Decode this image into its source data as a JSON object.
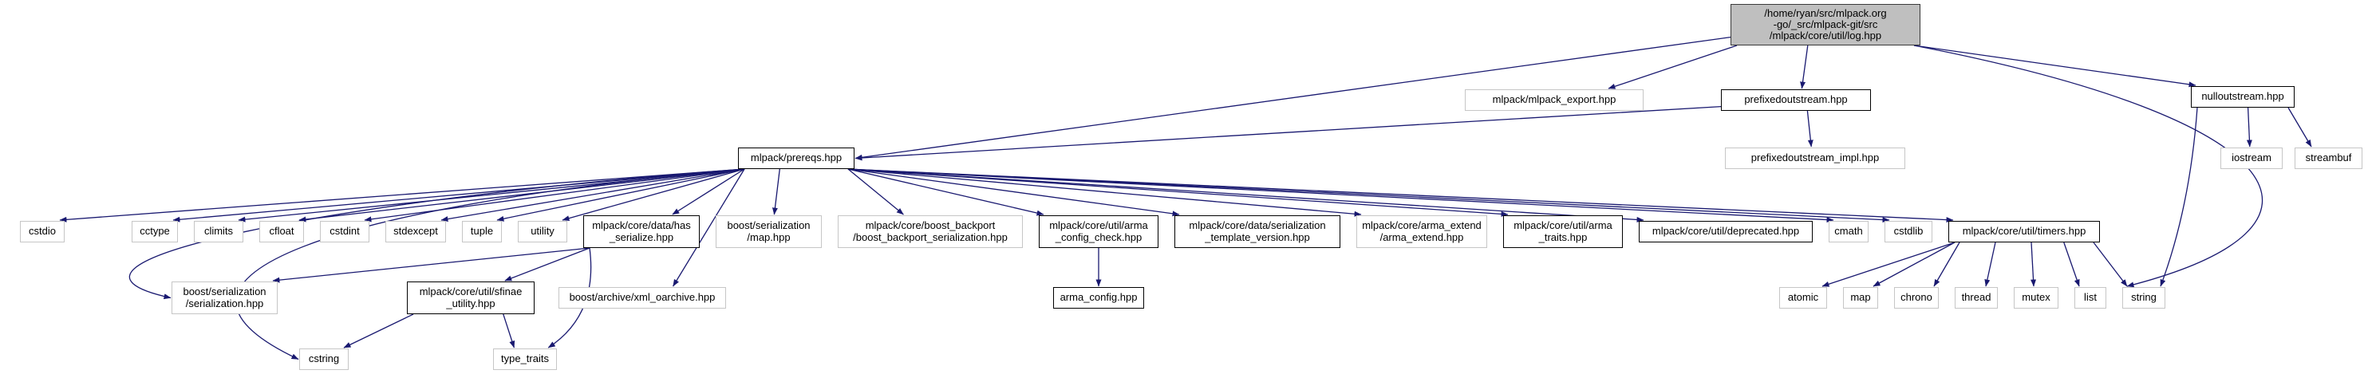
{
  "graph": {
    "kind": "include-dependency-graph",
    "colors": {
      "edge": "#191970",
      "internal_border": "#000000",
      "external_border": "#c6c6c6",
      "current_fill": "#bfbfbf",
      "background": "#ffffff"
    },
    "nodes": [
      {
        "id": "log",
        "label": "/home/ryan/src/mlpack.org\n-go/_src/mlpack-git/src\n/mlpack/core/util/log.hpp",
        "type": "current"
      },
      {
        "id": "mlpack_export",
        "label": "mlpack/mlpack_export.hpp",
        "type": "external"
      },
      {
        "id": "prefixedoutstream",
        "label": "prefixedoutstream.hpp",
        "type": "internal"
      },
      {
        "id": "nulloutstream",
        "label": "nulloutstream.hpp",
        "type": "internal"
      },
      {
        "id": "prefixedoutstream_impl",
        "label": "prefixedoutstream_impl.hpp",
        "type": "external"
      },
      {
        "id": "iostream",
        "label": "iostream",
        "type": "external"
      },
      {
        "id": "streambuf",
        "label": "streambuf",
        "type": "external"
      },
      {
        "id": "prereqs",
        "label": "mlpack/prereqs.hpp",
        "type": "internal"
      },
      {
        "id": "cstdio",
        "label": "cstdio",
        "type": "external"
      },
      {
        "id": "cctype",
        "label": "cctype",
        "type": "external"
      },
      {
        "id": "climits",
        "label": "climits",
        "type": "external"
      },
      {
        "id": "cfloat",
        "label": "cfloat",
        "type": "external"
      },
      {
        "id": "cstdint",
        "label": "cstdint",
        "type": "external"
      },
      {
        "id": "stdexcept",
        "label": "stdexcept",
        "type": "external"
      },
      {
        "id": "tuple",
        "label": "tuple",
        "type": "external"
      },
      {
        "id": "utility",
        "label": "utility",
        "type": "external"
      },
      {
        "id": "has_serialize",
        "label": "mlpack/core/data/has\n_serialize.hpp",
        "type": "internal"
      },
      {
        "id": "boost_map",
        "label": "boost/serialization\n/map.hpp",
        "type": "external"
      },
      {
        "id": "boost_backport",
        "label": "mlpack/core/boost_backport\n/boost_backport_serialization.hpp",
        "type": "external"
      },
      {
        "id": "arma_config_check",
        "label": "mlpack/core/util/arma\n_config_check.hpp",
        "type": "internal"
      },
      {
        "id": "serialization_template_version",
        "label": "mlpack/core/data/serialization\n_template_version.hpp",
        "type": "internal"
      },
      {
        "id": "arma_extend",
        "label": "mlpack/core/arma_extend\n/arma_extend.hpp",
        "type": "external"
      },
      {
        "id": "arma_traits",
        "label": "mlpack/core/util/arma\n_traits.hpp",
        "type": "internal"
      },
      {
        "id": "deprecated",
        "label": "mlpack/core/util/deprecated.hpp",
        "type": "internal"
      },
      {
        "id": "cmath",
        "label": "cmath",
        "type": "external"
      },
      {
        "id": "cstdlib",
        "label": "cstdlib",
        "type": "external"
      },
      {
        "id": "timers",
        "label": "mlpack/core/util/timers.hpp",
        "type": "internal"
      },
      {
        "id": "serialization_hpp",
        "label": "boost/serialization\n/serialization.hpp",
        "type": "external"
      },
      {
        "id": "sfinae_utility",
        "label": "mlpack/core/util/sfinae\n_utility.hpp",
        "type": "internal"
      },
      {
        "id": "xml_oarchive",
        "label": "boost/archive/xml_oarchive.hpp",
        "type": "external"
      },
      {
        "id": "arma_config",
        "label": "arma_config.hpp",
        "type": "internal"
      },
      {
        "id": "atomic",
        "label": "atomic",
        "type": "external"
      },
      {
        "id": "map",
        "label": "map",
        "type": "external"
      },
      {
        "id": "chrono",
        "label": "chrono",
        "type": "external"
      },
      {
        "id": "thread",
        "label": "thread",
        "type": "external"
      },
      {
        "id": "mutex",
        "label": "mutex",
        "type": "external"
      },
      {
        "id": "list",
        "label": "list",
        "type": "external"
      },
      {
        "id": "string",
        "label": "string",
        "type": "external"
      },
      {
        "id": "cstring",
        "label": "cstring",
        "type": "external"
      },
      {
        "id": "type_traits",
        "label": "type_traits",
        "type": "external"
      }
    ],
    "edges": [
      {
        "from": "log",
        "to": "prereqs"
      },
      {
        "from": "log",
        "to": "mlpack_export"
      },
      {
        "from": "log",
        "to": "prefixedoutstream"
      },
      {
        "from": "log",
        "to": "nulloutstream"
      },
      {
        "from": "log",
        "to": "string"
      },
      {
        "from": "prefixedoutstream",
        "to": "prereqs"
      },
      {
        "from": "prefixedoutstream",
        "to": "prefixedoutstream_impl"
      },
      {
        "from": "nulloutstream",
        "to": "iostream"
      },
      {
        "from": "nulloutstream",
        "to": "streambuf"
      },
      {
        "from": "nulloutstream",
        "to": "string"
      },
      {
        "from": "prereqs",
        "to": "cstdio"
      },
      {
        "from": "prereqs",
        "to": "cctype"
      },
      {
        "from": "prereqs",
        "to": "climits"
      },
      {
        "from": "prereqs",
        "to": "cfloat"
      },
      {
        "from": "prereqs",
        "to": "cstdint"
      },
      {
        "from": "prereqs",
        "to": "stdexcept"
      },
      {
        "from": "prereqs",
        "to": "tuple"
      },
      {
        "from": "prereqs",
        "to": "utility"
      },
      {
        "from": "prereqs",
        "to": "has_serialize"
      },
      {
        "from": "prereqs",
        "to": "boost_map"
      },
      {
        "from": "prereqs",
        "to": "boost_backport"
      },
      {
        "from": "prereqs",
        "to": "arma_config_check"
      },
      {
        "from": "prereqs",
        "to": "serialization_template_version"
      },
      {
        "from": "prereqs",
        "to": "arma_extend"
      },
      {
        "from": "prereqs",
        "to": "arma_traits"
      },
      {
        "from": "prereqs",
        "to": "deprecated"
      },
      {
        "from": "prereqs",
        "to": "cmath"
      },
      {
        "from": "prereqs",
        "to": "cstdlib"
      },
      {
        "from": "prereqs",
        "to": "timers"
      },
      {
        "from": "prereqs",
        "to": "serialization_hpp"
      },
      {
        "from": "prereqs",
        "to": "cstring"
      },
      {
        "from": "prereqs",
        "to": "xml_oarchive"
      },
      {
        "from": "has_serialize",
        "to": "serialization_hpp"
      },
      {
        "from": "has_serialize",
        "to": "sfinae_utility"
      },
      {
        "from": "has_serialize",
        "to": "type_traits"
      },
      {
        "from": "arma_config_check",
        "to": "arma_config"
      },
      {
        "from": "sfinae_utility",
        "to": "cstring"
      },
      {
        "from": "sfinae_utility",
        "to": "type_traits"
      },
      {
        "from": "timers",
        "to": "atomic"
      },
      {
        "from": "timers",
        "to": "map"
      },
      {
        "from": "timers",
        "to": "chrono"
      },
      {
        "from": "timers",
        "to": "thread"
      },
      {
        "from": "timers",
        "to": "mutex"
      },
      {
        "from": "timers",
        "to": "list"
      },
      {
        "from": "timers",
        "to": "string"
      }
    ]
  }
}
